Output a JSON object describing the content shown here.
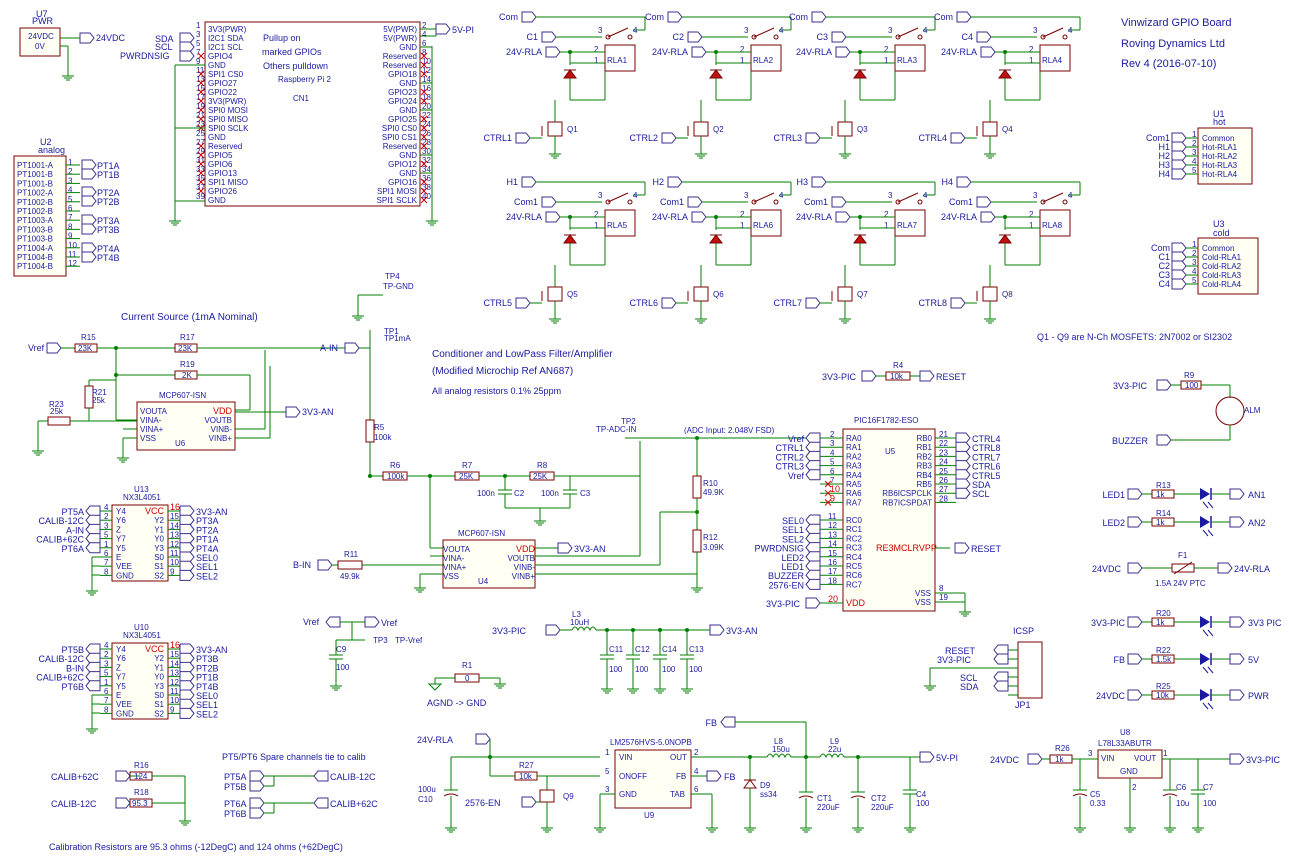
{
  "title_block": {
    "line1": "Vinwizard GPIO Board",
    "line2": "Roving Dynamics Ltd",
    "line3": "Rev 4 (2016-07-10)"
  },
  "notes": {
    "current_source": "Current Source (1mA Nominal)",
    "conditioner": "Conditioner and LowPass Filter/Amplifier",
    "conditioner2": "(Modified Microchip Ref AN687)",
    "analog_res": "All analog resistors 0.1% 25ppm",
    "adc_input": "(ADC Input: 2.048V FSD)",
    "mosfets": "Q1 - Q9 are N-Ch MOSFETS: 2N7002 or SI2302",
    "spare": "PT5/PT6 Spare channels tie to calib",
    "calib": "Calibration Resistors are 95.3 ohms (-12DegC) and 124 ohms (+62DegC)",
    "pullup": "Pullup on",
    "pullup2": "marked GPIOs",
    "pullup3": "Others pulldown",
    "agnd": "AGND -> GND",
    "ptc": "1.5A 24V PTC"
  },
  "u7": {
    "ref": "U7",
    "name": "PWR",
    "pin1": "24VDC",
    "pin2": "0V",
    "net": "24VDC"
  },
  "cn1": {
    "ref": "CN1",
    "name": "Raspberry Pi 2",
    "left": [
      "3V3(PWR)",
      "I2C1 SDA",
      "I2C1 SCL",
      "GPIO4",
      "GND",
      "SPI1 CS0",
      "GPIO27",
      "GPIO22",
      "3V3(PWR)",
      "SPI0 MOSI",
      "SPI0 MISO",
      "SPI0 SCLK",
      "GND",
      "Reserved",
      "GPIO5",
      "GPIO6",
      "GPIO13",
      "SPI1 MISO",
      "GPIO26",
      "GND"
    ],
    "left_pins": [
      "1",
      "3",
      "5",
      "7",
      "9",
      "11",
      "13",
      "15",
      "17",
      "19",
      "21",
      "23",
      "25",
      "27",
      "29",
      "31",
      "33",
      "35",
      "37",
      "39"
    ],
    "right": [
      "5V(PWR)",
      "5V(PWR)",
      "GND",
      "Reserved",
      "Reserved",
      "GPIO18",
      "GND",
      "GPIO23",
      "GPIO24",
      "GND",
      "GPIO25",
      "SPI0 CS0",
      "SPI0 CS1",
      "Reserved",
      "GND",
      "GPIO12",
      "GND",
      "GPIO16",
      "SPI1 MOSI",
      "SPI1 SCLK"
    ],
    "right_pins": [
      "2",
      "4",
      "6",
      "8",
      "10",
      "12",
      "14",
      "16",
      "18",
      "20",
      "22",
      "24",
      "26",
      "28",
      "30",
      "32",
      "34",
      "36",
      "38",
      "40"
    ],
    "nets_left": [
      "SDA",
      "SCL",
      "PWRDNSIG"
    ],
    "net_right": "5V-PI"
  },
  "u2": {
    "ref": "U2",
    "name": "analog",
    "pins": [
      "PT1001-A",
      "PT1001-B",
      "PT1001-B",
      "PT1002-A",
      "PT1002-B",
      "PT1002-B",
      "PT1003-A",
      "PT1003-B",
      "PT1003-B",
      "PT1004-A",
      "PT1004-B",
      "PT1004-B"
    ],
    "nets": [
      "PT1A",
      "PT1B",
      "PT2A",
      "PT2B",
      "PT3A",
      "PT3B",
      "PT4A",
      "PT4B"
    ]
  },
  "relays": [
    {
      "top": "Com",
      "mid": "C1",
      "rla": "24V-RLA",
      "ref": "RLA1",
      "q": "Q1",
      "ctrl": "CTRL1"
    },
    {
      "top": "Com",
      "mid": "C2",
      "rla": "24V-RLA",
      "ref": "RLA2",
      "q": "Q2",
      "ctrl": "CTRL2"
    },
    {
      "top": "Com",
      "mid": "C3",
      "rla": "24V-RLA",
      "ref": "RLA3",
      "q": "Q3",
      "ctrl": "CTRL3"
    },
    {
      "top": "Com",
      "mid": "C4",
      "rla": "24V-RLA",
      "ref": "RLA4",
      "q": "Q4",
      "ctrl": "CTRL4"
    },
    {
      "top": "H1",
      "mid": "Com1",
      "rla": "24V-RLA",
      "ref": "RLA5",
      "q": "Q5",
      "ctrl": "CTRL5"
    },
    {
      "top": "H2",
      "mid": "Com1",
      "rla": "24V-RLA",
      "ref": "RLA6",
      "q": "Q6",
      "ctrl": "CTRL6"
    },
    {
      "top": "H3",
      "mid": "Com1",
      "rla": "24V-RLA",
      "ref": "RLA7",
      "q": "Q7",
      "ctrl": "CTRL7"
    },
    {
      "top": "H4",
      "mid": "Com1",
      "rla": "24V-RLA",
      "ref": "RLA8",
      "q": "Q8",
      "ctrl": "CTRL8"
    }
  ],
  "u1": {
    "ref": "U1",
    "name": "hot",
    "nets": [
      "Com1",
      "H1",
      "H2",
      "H3",
      "H4"
    ],
    "pins": [
      "Common",
      "Hot-RLA1",
      "Hot-RLA2",
      "Hot-RLA3",
      "Hot-RLA4"
    ]
  },
  "u3": {
    "ref": "U3",
    "name": "cold",
    "nets": [
      "Com",
      "C1",
      "C2",
      "C3",
      "C4"
    ],
    "pins": [
      "Common",
      "Cold-RLA1",
      "Cold-RLA2",
      "Cold-RLA3",
      "Cold-RLA4"
    ]
  },
  "tp": {
    "tp4": "TP4",
    "tp4n": "TP-GND",
    "tp1": "TP1",
    "tp1n": "TP1mA",
    "tp2": "TP2",
    "tp2n": "TP-ADC-IN",
    "tp3": "TP3",
    "tp3n": "TP-Vref"
  },
  "u6": {
    "ref": "U6",
    "name": "MCP607-ISN",
    "pins_l": [
      "VOUTA",
      "VINA-",
      "VINA+",
      "VSS"
    ],
    "pins_r": [
      "VDD",
      "VOUTB",
      "VINB-",
      "VINB+"
    ],
    "r15": "R15",
    "r15v": "23K",
    "r17": "R17",
    "r17v": "23K",
    "r19": "R19",
    "r19v": "2K",
    "r21": "R21",
    "r21v": "25k",
    "r23": "R23",
    "r23v": "25k",
    "vref": "Vref",
    "vdd_net": "3V3-AN",
    "ain": "A-IN",
    "r5": "R5",
    "r5v": "100k"
  },
  "u4": {
    "ref": "U4",
    "name": "MCP607-ISN",
    "pins_l": [
      "VOUTA",
      "VINA-",
      "VINA+",
      "VSS"
    ],
    "pins_r": [
      "VDD",
      "VOUTB",
      "VINB-",
      "VINB+"
    ],
    "r6": "R6",
    "r6v": "100k",
    "r7": "R7",
    "r7v": "25K",
    "r8": "R8",
    "r8v": "25K",
    "c2": "C2",
    "c2v": "100n",
    "c3": "C3",
    "c3v": "100n",
    "r11": "R11",
    "r11v": "49.9k",
    "r10": "R10",
    "r10v": "49.9K",
    "r12": "R12",
    "r12v": "3.09K",
    "bin": "B-IN",
    "vdd_net": "3V3-AN"
  },
  "u5": {
    "ref": "U5",
    "name": "PIC16F1782-ESO",
    "left": [
      [
        "Vref",
        "RA0"
      ],
      [
        "CTRL1",
        "RA1"
      ],
      [
        "CTRL2",
        "RA2"
      ],
      [
        "CTRL3",
        "RA3"
      ],
      [
        "Vref",
        "RA4"
      ],
      [
        "",
        "RA5"
      ],
      [
        "",
        "RA6"
      ],
      [
        "",
        "RA7"
      ]
    ],
    "left_nums": [
      "2",
      "3",
      "4",
      "5",
      "6",
      "7",
      "10",
      "9"
    ],
    "left2": [
      [
        "SEL0",
        "RC0"
      ],
      [
        "SEL1",
        "RC1"
      ],
      [
        "SEL2",
        "RC2"
      ],
      [
        "PWRDNSIG",
        "RC3"
      ],
      [
        "LED2",
        "RC4"
      ],
      [
        "LED1",
        "RC5"
      ],
      [
        "BUZZER",
        "RC6"
      ],
      [
        "2576-EN",
        "RC7"
      ]
    ],
    "left2_nums": [
      "11",
      "12",
      "13",
      "14",
      "15",
      "16",
      "17",
      "18"
    ],
    "right": [
      [
        "RB0",
        "CTRL4"
      ],
      [
        "RB1",
        "CTRL8"
      ],
      [
        "RB2",
        "CTRL7"
      ],
      [
        "RB3",
        "CTRL6"
      ],
      [
        "RB4",
        "CTRL5"
      ],
      [
        "RB5",
        "SDA"
      ],
      [
        "RB6ICSPCLK",
        "SCL"
      ],
      [
        "RB7ICSPDAT",
        ""
      ]
    ],
    "right_nums": [
      "21",
      "22",
      "23",
      "24",
      "25",
      "26",
      "27",
      "28"
    ],
    "mclr": "RE3MCLRVPP",
    "reset": "RESET",
    "vdd": "VDD",
    "vss": "VSS",
    "vdd_net": "3V3-PIC"
  },
  "u13": {
    "ref": "U13",
    "name": "NX3L4051",
    "left_nets": [
      "PT5A",
      "CALIB-12C",
      "A-IN",
      "CALIB+62C",
      "PT6A"
    ],
    "left_pins": [
      "Y4",
      "Y6",
      "Z",
      "Y7",
      "Y5",
      "E",
      "VEE",
      "GND"
    ],
    "right_pins": [
      "VCC",
      "Y2",
      "Y1",
      "Y0",
      "Y3",
      "S0",
      "S1",
      "S2"
    ],
    "right_nets": [
      "3V3-AN",
      "PT3A",
      "PT2A",
      "PT1A",
      "PT4A",
      "SEL0",
      "SEL1",
      "SEL2"
    ]
  },
  "u10": {
    "ref": "U10",
    "name": "NX3L4051",
    "left_nets": [
      "PT5B",
      "CALIB-12C",
      "B-IN",
      "CALIB+62C",
      "PT6B"
    ],
    "left_pins": [
      "Y4",
      "Y6",
      "Z",
      "Y7",
      "Y5",
      "E",
      "VEE",
      "GND"
    ],
    "right_pins": [
      "VCC",
      "Y2",
      "Y1",
      "Y0",
      "Y3",
      "S0",
      "S1",
      "S2"
    ],
    "right_nets": [
      "3V3-AN",
      "PT3B",
      "PT2B",
      "PT1B",
      "PT4B",
      "SEL0",
      "SEL1",
      "SEL2"
    ]
  },
  "vref_block": {
    "net": "Vref",
    "c9": "C9",
    "c9v": "100"
  },
  "r1": {
    "ref": "R1",
    "val": "0"
  },
  "filter": {
    "l3": "L3",
    "l3v": "10uH",
    "in": "3V3-PIC",
    "out": "3V3-AN",
    "caps": [
      "C11",
      "C12",
      "C14",
      "C13"
    ],
    "capv": "100"
  },
  "reset_block": {
    "in": "3V3-PIC",
    "r4": "R4",
    "r4v": "10k",
    "out": "RESET"
  },
  "icsp": {
    "ref": "JP1",
    "name": "ICSP",
    "nets": [
      "RESET",
      "3V3-PIC",
      "SCL",
      "SDA"
    ]
  },
  "alarm": {
    "in": "3V3-PIC",
    "r9": "R9",
    "r9v": "100",
    "name": "ALM",
    "buzzer": "BUZZER"
  },
  "leds": [
    {
      "in": "LED1",
      "r": "R13",
      "v": "1k",
      "out": "AN1"
    },
    {
      "in": "LED2",
      "r": "R14",
      "v": "1k",
      "out": "AN2"
    },
    {
      "in": "3V3-PIC",
      "r": "R20",
      "v": "1k",
      "out": "3V3 PIC"
    },
    {
      "in": "FB",
      "r": "R22",
      "v": "1.5k",
      "out": "5V"
    },
    {
      "in": "24VDC",
      "r": "R25",
      "v": "10k",
      "out": "PWR"
    }
  ],
  "fuse": {
    "in": "24VDC",
    "ref": "F1",
    "out": "24V-RLA"
  },
  "u9": {
    "ref": "U9",
    "name": "LM2576HVS-5.0NOPB",
    "pins_l": [
      "VIN",
      "ONOFF",
      "GND"
    ],
    "pins_r": [
      "OUT",
      "FB",
      "TAB"
    ],
    "in": "24V-RLA",
    "en": "2576-EN",
    "r27": "R27",
    "r27v": "10k",
    "q9": "Q9",
    "c10": "C10",
    "c10v": "100u",
    "fb": "FB",
    "l8": "L8",
    "l8v": "150u",
    "l9": "L9",
    "l9v": "22u",
    "d9": "D9",
    "d9v": "ss34",
    "ct1": "CT1",
    "ct1v": "220uF",
    "ct2": "CT2",
    "ct2v": "220uF",
    "c4": "C4",
    "c4v": "100",
    "out": "5V-PI"
  },
  "u8": {
    "ref": "U8",
    "name": "L78L33ABUTR",
    "vin": "VIN",
    "vout": "VOUT",
    "gnd": "GND",
    "in": "24VDC",
    "r26": "R26",
    "r26v": "1k",
    "c5": "C5",
    "c5v": "0.33",
    "c6": "C6",
    "c6v": "10u",
    "c7": "C7",
    "c7v": "100",
    "out": "3V3-PIC"
  },
  "calib": {
    "r16": "R16",
    "r16v": "124",
    "r18": "R18",
    "r18v": "95.3",
    "n62": "CALIB+62C",
    "n12": "CALIB-12C",
    "pt5a": "PT5A",
    "pt5b": "PT5B",
    "pt6a": "PT6A",
    "pt6b": "PT6B"
  }
}
